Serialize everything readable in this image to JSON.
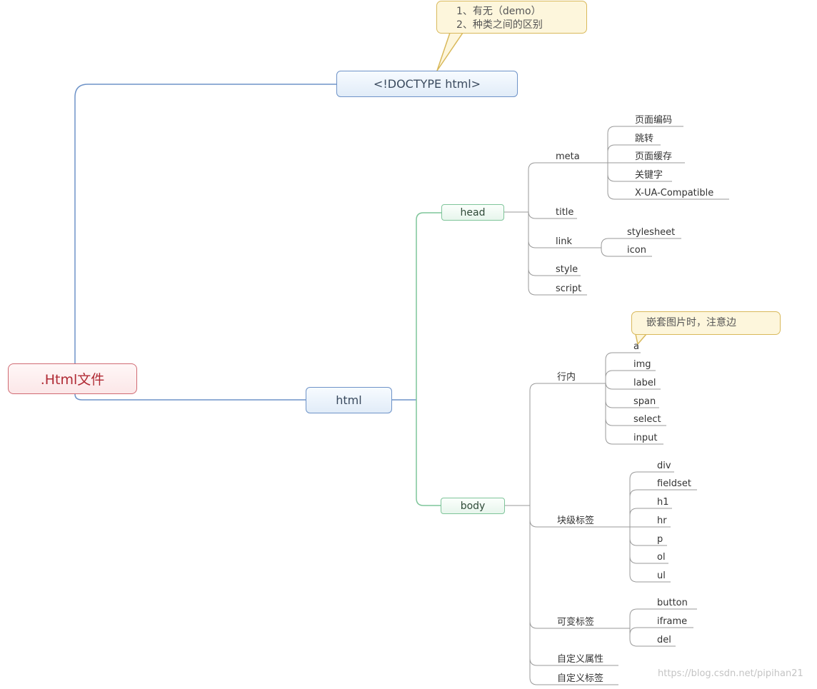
{
  "root": {
    "label": ".Html文件"
  },
  "doctype": {
    "label": "<!DOCTYPE html>",
    "callout": [
      "1、有无（demo）",
      "2、种类之间的区别"
    ]
  },
  "html": {
    "label": "html"
  },
  "head": {
    "label": "head",
    "children": {
      "meta": {
        "label": "meta",
        "items": [
          "页面编码",
          "跳转",
          "页面缓存",
          "关键字",
          "X-UA-Compatible"
        ]
      },
      "title": {
        "label": "title"
      },
      "link": {
        "label": "link",
        "items": [
          "stylesheet",
          "icon"
        ]
      },
      "style": {
        "label": "style"
      },
      "script": {
        "label": "script"
      }
    }
  },
  "body": {
    "label": "body",
    "children": {
      "inline": {
        "label": "行内",
        "items": [
          "a",
          "img",
          "label",
          "span",
          "select",
          "input"
        ],
        "callout": "嵌套图片时，注意边"
      },
      "block": {
        "label": "块级标签",
        "items": [
          "div",
          "fieldset",
          "h1",
          "hr",
          "p",
          "ol",
          "ul"
        ]
      },
      "variable": {
        "label": "可变标签",
        "items": [
          "button",
          "iframe",
          "del"
        ]
      },
      "custom_attr": {
        "label": "自定义属性"
      },
      "custom_tag": {
        "label": "自定义标签"
      }
    }
  },
  "watermark": "https://blog.csdn.net/pipihan21",
  "colors": {
    "root": "#d06a72",
    "blue": "#6e93c8",
    "green": "#7fc59a",
    "gray": "#9a9a9a",
    "callout": "#d9b95b"
  }
}
